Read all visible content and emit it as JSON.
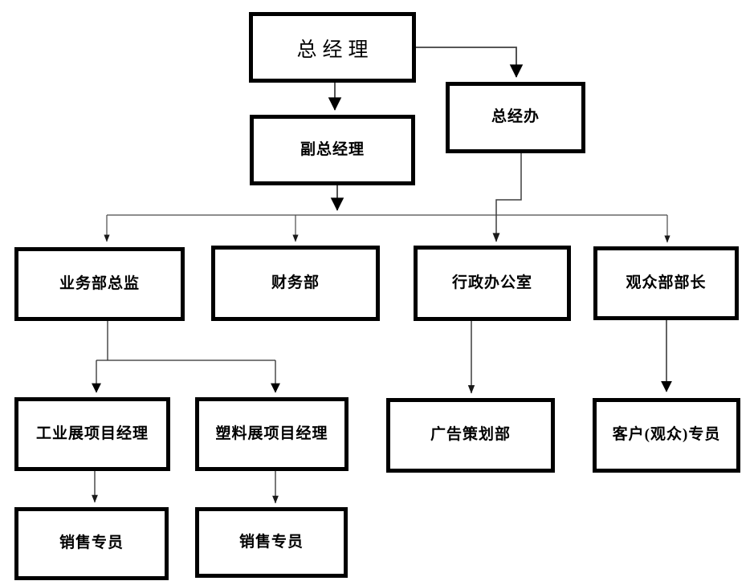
{
  "diagram": {
    "type": "org-chart",
    "background": "#ffffff",
    "box_border_color": "#000000",
    "line_color": "#3f3f3f",
    "nodes": [
      {
        "id": "general-manager",
        "label": "总经理"
      },
      {
        "id": "gm-office",
        "label": "总经办"
      },
      {
        "id": "deputy-general-manager",
        "label": "副总经理"
      },
      {
        "id": "business-dept-director",
        "label": "业务部总监"
      },
      {
        "id": "finance-dept",
        "label": "财务部"
      },
      {
        "id": "admin-office",
        "label": "行政办公室"
      },
      {
        "id": "audience-dept-head",
        "label": "观众部部长"
      },
      {
        "id": "industrial-expo-project-manager",
        "label": "工业展项目经理"
      },
      {
        "id": "plastics-expo-project-manager",
        "label": "塑料展项目经理"
      },
      {
        "id": "ad-planning-dept",
        "label": "广告策划部"
      },
      {
        "id": "customer-audience-specialist",
        "label": "客户(观众)专员"
      },
      {
        "id": "sales-specialist-1",
        "label": "销售专员"
      },
      {
        "id": "sales-specialist-2",
        "label": "销售专员"
      }
    ],
    "edges": [
      {
        "from": "general-manager",
        "to": "deputy-general-manager"
      },
      {
        "from": "general-manager",
        "to": "gm-office"
      },
      {
        "from": "deputy-general-manager",
        "to": "business-dept-director"
      },
      {
        "from": "deputy-general-manager",
        "to": "finance-dept"
      },
      {
        "from": "deputy-general-manager",
        "to": "audience-dept-head"
      },
      {
        "from": "gm-office",
        "to": "admin-office"
      },
      {
        "from": "business-dept-director",
        "to": "industrial-expo-project-manager"
      },
      {
        "from": "business-dept-director",
        "to": "plastics-expo-project-manager"
      },
      {
        "from": "industrial-expo-project-manager",
        "to": "sales-specialist-1"
      },
      {
        "from": "plastics-expo-project-manager",
        "to": "sales-specialist-2"
      },
      {
        "from": "admin-office",
        "to": "ad-planning-dept"
      },
      {
        "from": "audience-dept-head",
        "to": "customer-audience-specialist"
      }
    ]
  }
}
